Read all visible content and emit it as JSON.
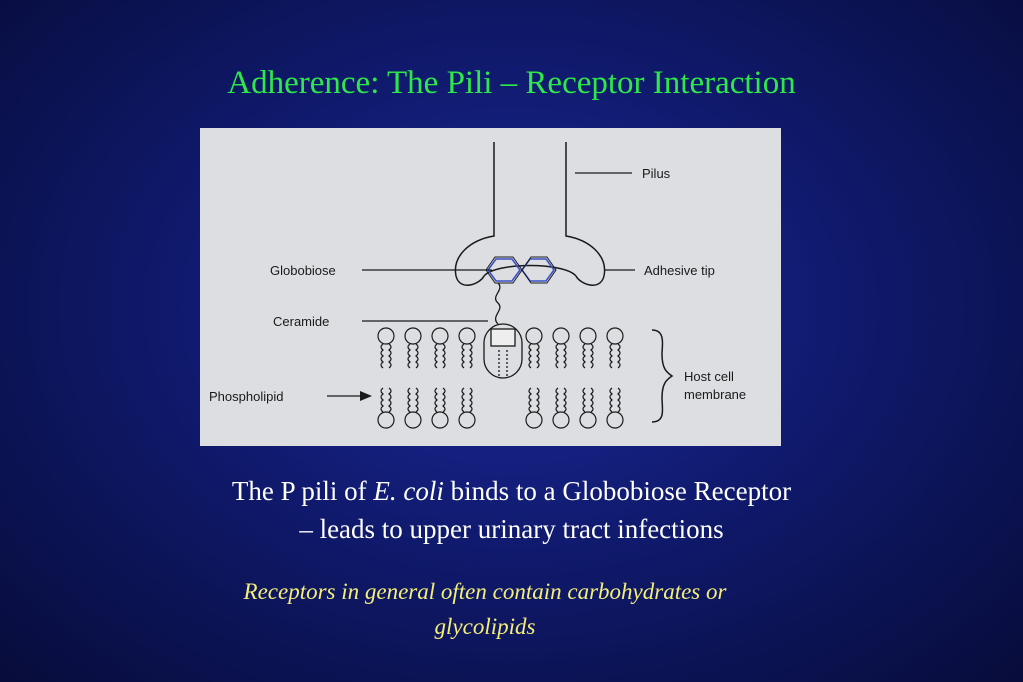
{
  "title": "Adherence: The Pili – Receptor Interaction",
  "diagram": {
    "labels": {
      "pilus": "Pilus",
      "globobiose": "Globobiose",
      "adhesive_tip": "Adhesive tip",
      "ceramide": "Ceramide",
      "phospholipid": "Phospholipid",
      "host_cell_line1": "Host cell",
      "host_cell_line2": "membrane"
    },
    "colors": {
      "sugar_ring": "#3a50c8",
      "line": "#1a1a1a"
    }
  },
  "caption": {
    "part1": "The P pili of ",
    "italic": "E. coli",
    "part2": " binds to a Globobiose Receptor",
    "line2": "– leads to upper urinary tract infections"
  },
  "note": {
    "line1": "Receptors in general often contain carbohydrates or",
    "line2": "glycolipids"
  }
}
